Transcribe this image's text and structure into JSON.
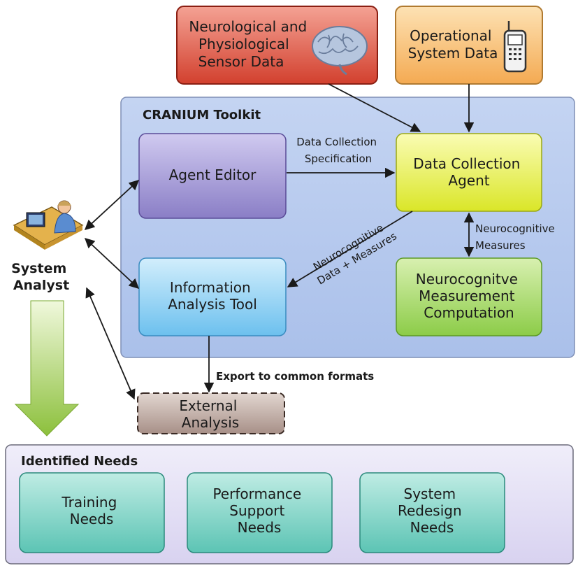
{
  "toolkit": {
    "title": "CRANIUM Toolkit"
  },
  "sources": {
    "neuro": [
      "Neurological and",
      "Physiological",
      "Sensor Data"
    ],
    "operational": [
      "Operational",
      "System Data"
    ]
  },
  "nodes": {
    "agent_editor": [
      "Agent Editor"
    ],
    "data_collection_agent": [
      "Data Collection",
      "Agent"
    ],
    "information_analysis_tool": [
      "Information",
      "Analysis Tool"
    ],
    "measurement_computation": [
      "Neurocognitve",
      "Measurement",
      "Computation"
    ],
    "external_analysis": [
      "External",
      "Analysis"
    ]
  },
  "edge_labels": {
    "data_collection_spec": [
      "Data Collection",
      "Specification"
    ],
    "neurocognitive_measures": [
      "Neurocognitive",
      "Measures"
    ],
    "neurocognitive_data_measures": [
      "Neurocognitive",
      "Data + Measures"
    ],
    "export": "Export to common formats"
  },
  "actor": {
    "label": [
      "System",
      "Analyst"
    ]
  },
  "needs": {
    "title": "Identified Needs",
    "items": [
      [
        "Training",
        "Needs"
      ],
      [
        "Performance",
        "Support",
        "Needs"
      ],
      [
        "System",
        "Redesign",
        "Needs"
      ]
    ]
  },
  "colors": {
    "toolkit_fill": "#b4c8ec",
    "agent_editor": "#9a8fce",
    "data_collection_agent": "#e8f04a",
    "information_analysis_tool": "#8fd0f4",
    "measurement_computation": "#a8d86a",
    "neuro_source": "#dc4a3c",
    "operational_source": "#f8c068",
    "external_analysis": "#c0aca4",
    "needs_panel": "#e4e0f4",
    "needs_item": "#7ed2c6",
    "big_arrow": "#9cc84c"
  }
}
